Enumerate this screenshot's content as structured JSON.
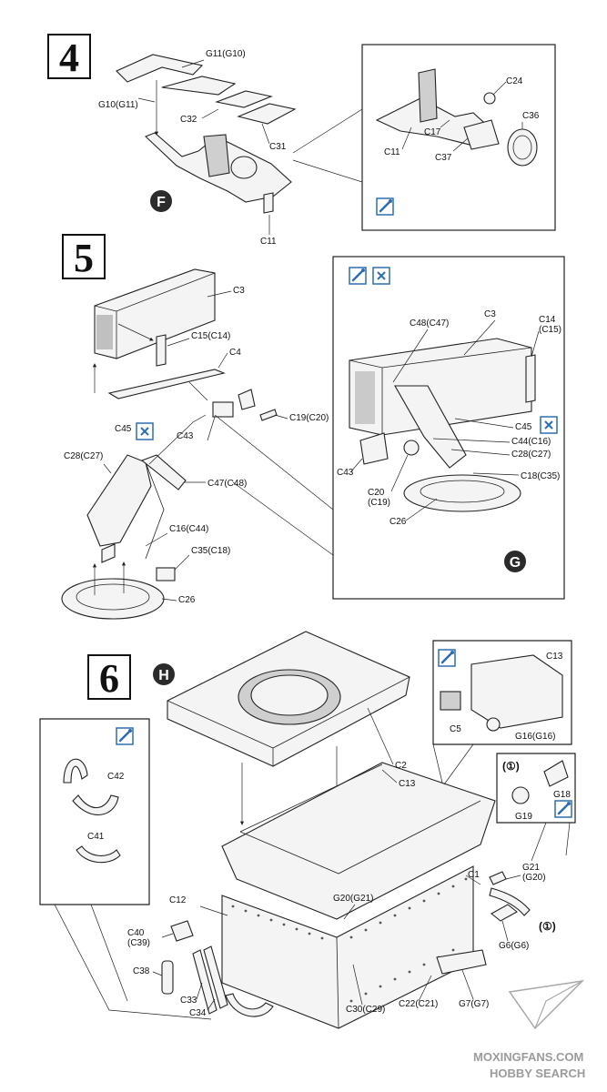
{
  "steps": [
    {
      "number": "4",
      "badge": "F",
      "labels": [
        "G11(G10)",
        "G10(G11)",
        "C32",
        "C31",
        "C11"
      ],
      "detail_labels": [
        "C24",
        "C36",
        "C17",
        "C11",
        "C37"
      ],
      "detail_icons": [
        "paint-icon"
      ]
    },
    {
      "number": "5",
      "badge": "G",
      "labels": [
        "C3",
        "C15(C14)",
        "C4",
        "C45",
        "C43",
        "C19(C20)",
        "C28(C27)",
        "C47(C48)",
        "C16(C44)",
        "C35(C18)",
        "C26"
      ],
      "detail_labels": [
        "C48(C47)",
        "C3",
        "C14\n(C15)",
        "C45",
        "C44(C16)",
        "C28(C27)",
        "C43",
        "C18(C35)",
        "C20\n(C19)",
        "C26"
      ],
      "detail_icons": [
        "paint-icon",
        "glue-icon"
      ]
    },
    {
      "number": "6",
      "badge": "H",
      "labels": [
        "C2",
        "C13",
        "C1",
        "G21\n(G20)",
        "G20(G21)",
        "C12",
        "C40\n(C39)",
        "C38",
        "C33",
        "C34",
        "C30(C29)",
        "C22(C21)",
        "G7(G7)",
        "G6(G6)"
      ],
      "detail_left_labels": [
        "C42",
        "C41"
      ],
      "detail_right_labels": [
        "C13",
        "C5",
        "G16(G16)"
      ],
      "detail_g_labels": [
        "G18",
        "G19"
      ],
      "choice_marks": [
        "(①)",
        "(①)"
      ]
    }
  ],
  "watermark": {
    "line1": "MOXINGFANS.COM",
    "line2": "HOBBY SEARCH"
  }
}
